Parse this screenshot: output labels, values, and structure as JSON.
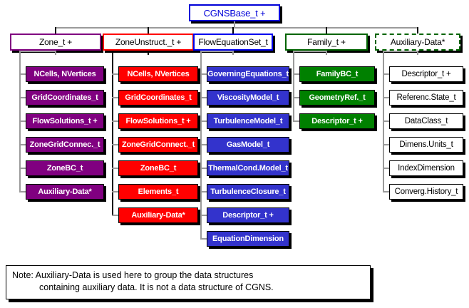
{
  "diagram": {
    "title": "CGNS Base Data Structure Hierarchy",
    "root": {
      "label": "CGNSBase_t +",
      "color": "#0000d8"
    },
    "columns": [
      {
        "id": "zone",
        "header": {
          "label": "Zone_t +",
          "border_color": "#800080",
          "dashed": false
        },
        "leaf_color": "#800080",
        "leaves": [
          {
            "label": "NCells, NVertices"
          },
          {
            "label": "GridCoordinates_t"
          },
          {
            "label": "FlowSolutions_t +"
          },
          {
            "label": "ZoneGridConnec._t"
          },
          {
            "label": "ZoneBC_t"
          },
          {
            "label": "Auxiliary-Data*"
          }
        ]
      },
      {
        "id": "zoneunstruct",
        "header": {
          "label": "ZoneUnstruct._t +",
          "border_color": "#ff0000",
          "dashed": false
        },
        "leaf_color": "#ff0000",
        "leaves": [
          {
            "label": "NCells, NVertices"
          },
          {
            "label": "GridCoordinates_t"
          },
          {
            "label": "FlowSolutions_t +"
          },
          {
            "label": "ZoneGridConnect._t"
          },
          {
            "label": "ZoneBC_t"
          },
          {
            "label": "Elements_t"
          },
          {
            "label": "Auxiliary-Data*"
          }
        ]
      },
      {
        "id": "floweqnset",
        "header": {
          "label": "FlowEquationSet_t",
          "border_color": "#0000ee",
          "dashed": false
        },
        "leaf_color": "#3333cc",
        "leaves": [
          {
            "label": "GoverningEquations_t"
          },
          {
            "label": "ViscosityModel_t"
          },
          {
            "label": "TurbulenceModel_t"
          },
          {
            "label": "GasModel_t"
          },
          {
            "label": "ThermalCond.Model_t"
          },
          {
            "label": "TurbulenceClosure_t"
          },
          {
            "label": "Descriptor_t +"
          },
          {
            "label": "EquationDimension"
          }
        ]
      },
      {
        "id": "family",
        "header": {
          "label": "Family_t +",
          "border_color": "#006400",
          "dashed": false
        },
        "leaf_color": "#008000",
        "leaves": [
          {
            "label": "FamilyBC_t"
          },
          {
            "label": "GeometryRef._t"
          },
          {
            "label": "Descriptor_t +"
          }
        ]
      },
      {
        "id": "auxdata",
        "header": {
          "label": "Auxiliary-Data*",
          "border_color": "#006400",
          "dashed": true
        },
        "leaf_color": "#ffffff",
        "leaves": [
          {
            "label": "Descriptor_t +"
          },
          {
            "label": "Referenc.State_t"
          },
          {
            "label": "DataClass_t"
          },
          {
            "label": "Dimens.Units_t"
          },
          {
            "label": "IndexDimension"
          },
          {
            "label": "Converg.History_t"
          }
        ]
      }
    ],
    "note": {
      "line1": "Note: Auxiliary-Data is used here to group the data structures",
      "line2": "containing auxiliary data.  It is not a data structure of CGNS."
    }
  }
}
